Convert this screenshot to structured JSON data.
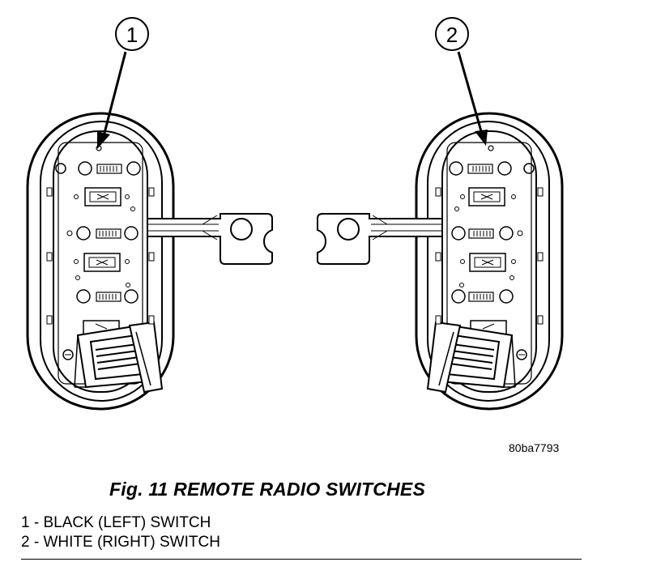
{
  "figure": {
    "title": "Fig. 11 REMOTE RADIO SWITCHES",
    "image_code": "80ba7793"
  },
  "callouts": [
    {
      "number": "1"
    },
    {
      "number": "2"
    }
  ],
  "legend": [
    {
      "number": "1",
      "separator": "-",
      "text": "BLACK (LEFT) SWITCH"
    },
    {
      "number": "2",
      "separator": "-",
      "text": "WHITE (RIGHT) SWITCH"
    }
  ]
}
